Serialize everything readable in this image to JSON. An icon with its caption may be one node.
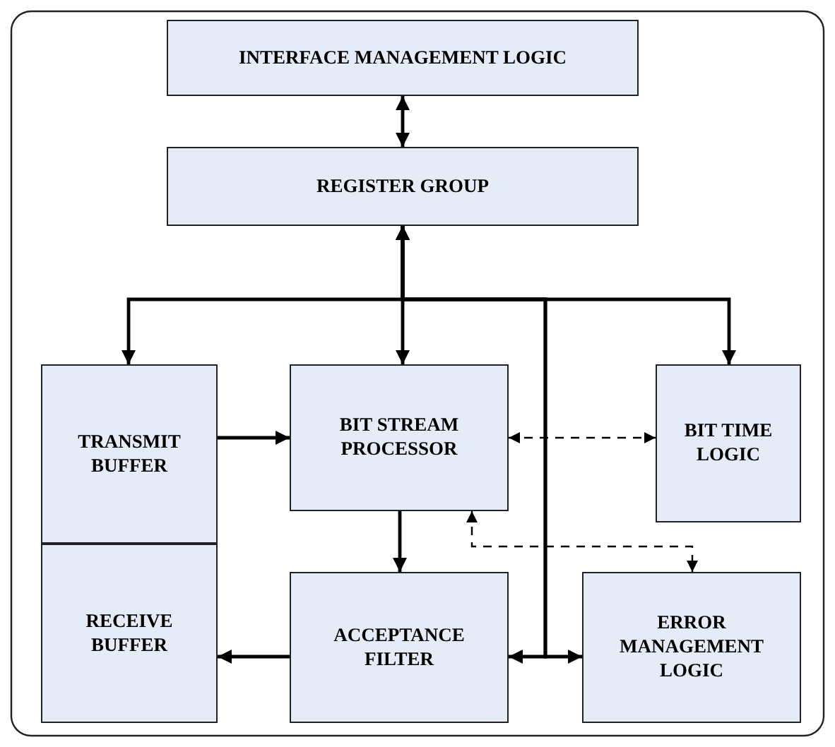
{
  "diagram": {
    "nodes": [
      {
        "text": [
          "INTERFACE MANAGEMENT LOGIC"
        ]
      },
      {
        "text": [
          "REGISTER GROUP"
        ]
      },
      {
        "text": [
          "TRANSMIT BUFFER"
        ]
      },
      {
        "text": [
          "BIT STREAM PROCESSOR"
        ]
      },
      {
        "text": [
          "BIT TIME LOGIC"
        ]
      },
      {
        "text": [
          "RECEIVE BUFFER"
        ]
      },
      {
        "text": [
          "ACCEPTANCE FILTER"
        ]
      },
      {
        "text": [
          "ERROR MANAGEMENT LOGIC"
        ]
      }
    ],
    "edges": [
      {
        "from": 0,
        "to": 1,
        "arrow": "both"
      },
      {
        "from": 1,
        "to": 2,
        "arrow": "both"
      },
      {
        "from": 1,
        "to": 3,
        "arrow": "both"
      },
      {
        "from": 1,
        "to": 4,
        "arrow": "both"
      },
      {
        "from": 1,
        "to": 6,
        "arrow": "both"
      },
      {
        "from": 1,
        "to": 7,
        "arrow": "both"
      },
      {
        "from": 2,
        "to": 3,
        "arrow": "to"
      },
      {
        "from": 3,
        "to": 6,
        "arrow": "to"
      },
      {
        "from": 6,
        "to": 5,
        "arrow": "to"
      },
      {
        "from": 3,
        "to": 4,
        "arrow": "both",
        "style": "dashed"
      },
      {
        "from": 3,
        "to": 7,
        "arrow": "both",
        "style": "dashed"
      }
    ]
  }
}
